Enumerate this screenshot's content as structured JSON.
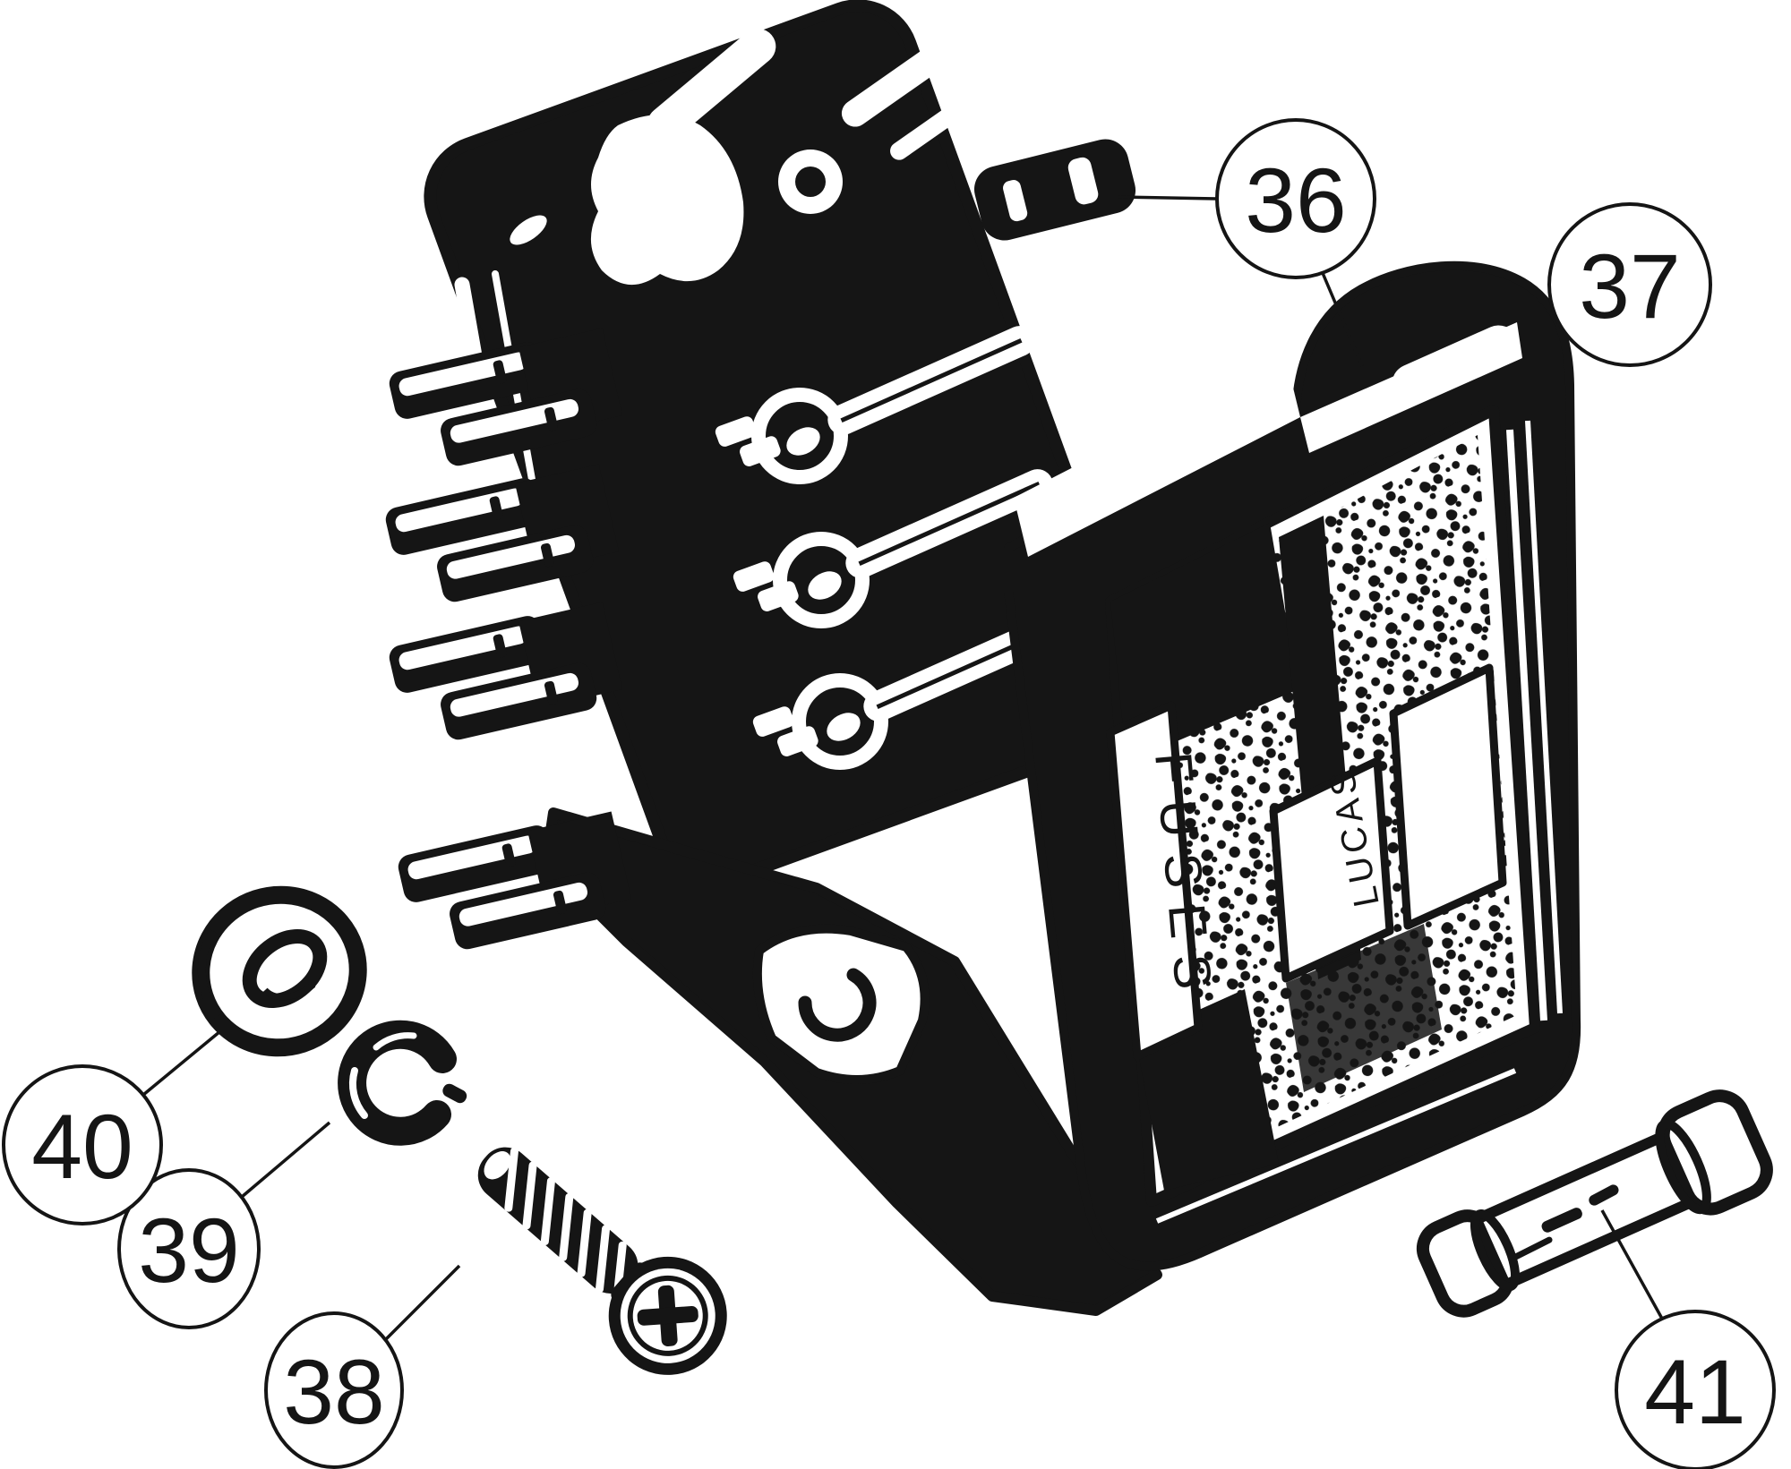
{
  "figure": {
    "kind": "exploded-parts-line-drawing",
    "background_color": "#ffffff",
    "ink_color": "#151515"
  },
  "cover": {
    "label_fuses": "FUSES",
    "label_lucas": "LUCAS"
  },
  "callouts": [
    {
      "number": "36"
    },
    {
      "number": "37"
    },
    {
      "number": "38"
    },
    {
      "number": "39"
    },
    {
      "number": "40"
    },
    {
      "number": "41"
    }
  ]
}
